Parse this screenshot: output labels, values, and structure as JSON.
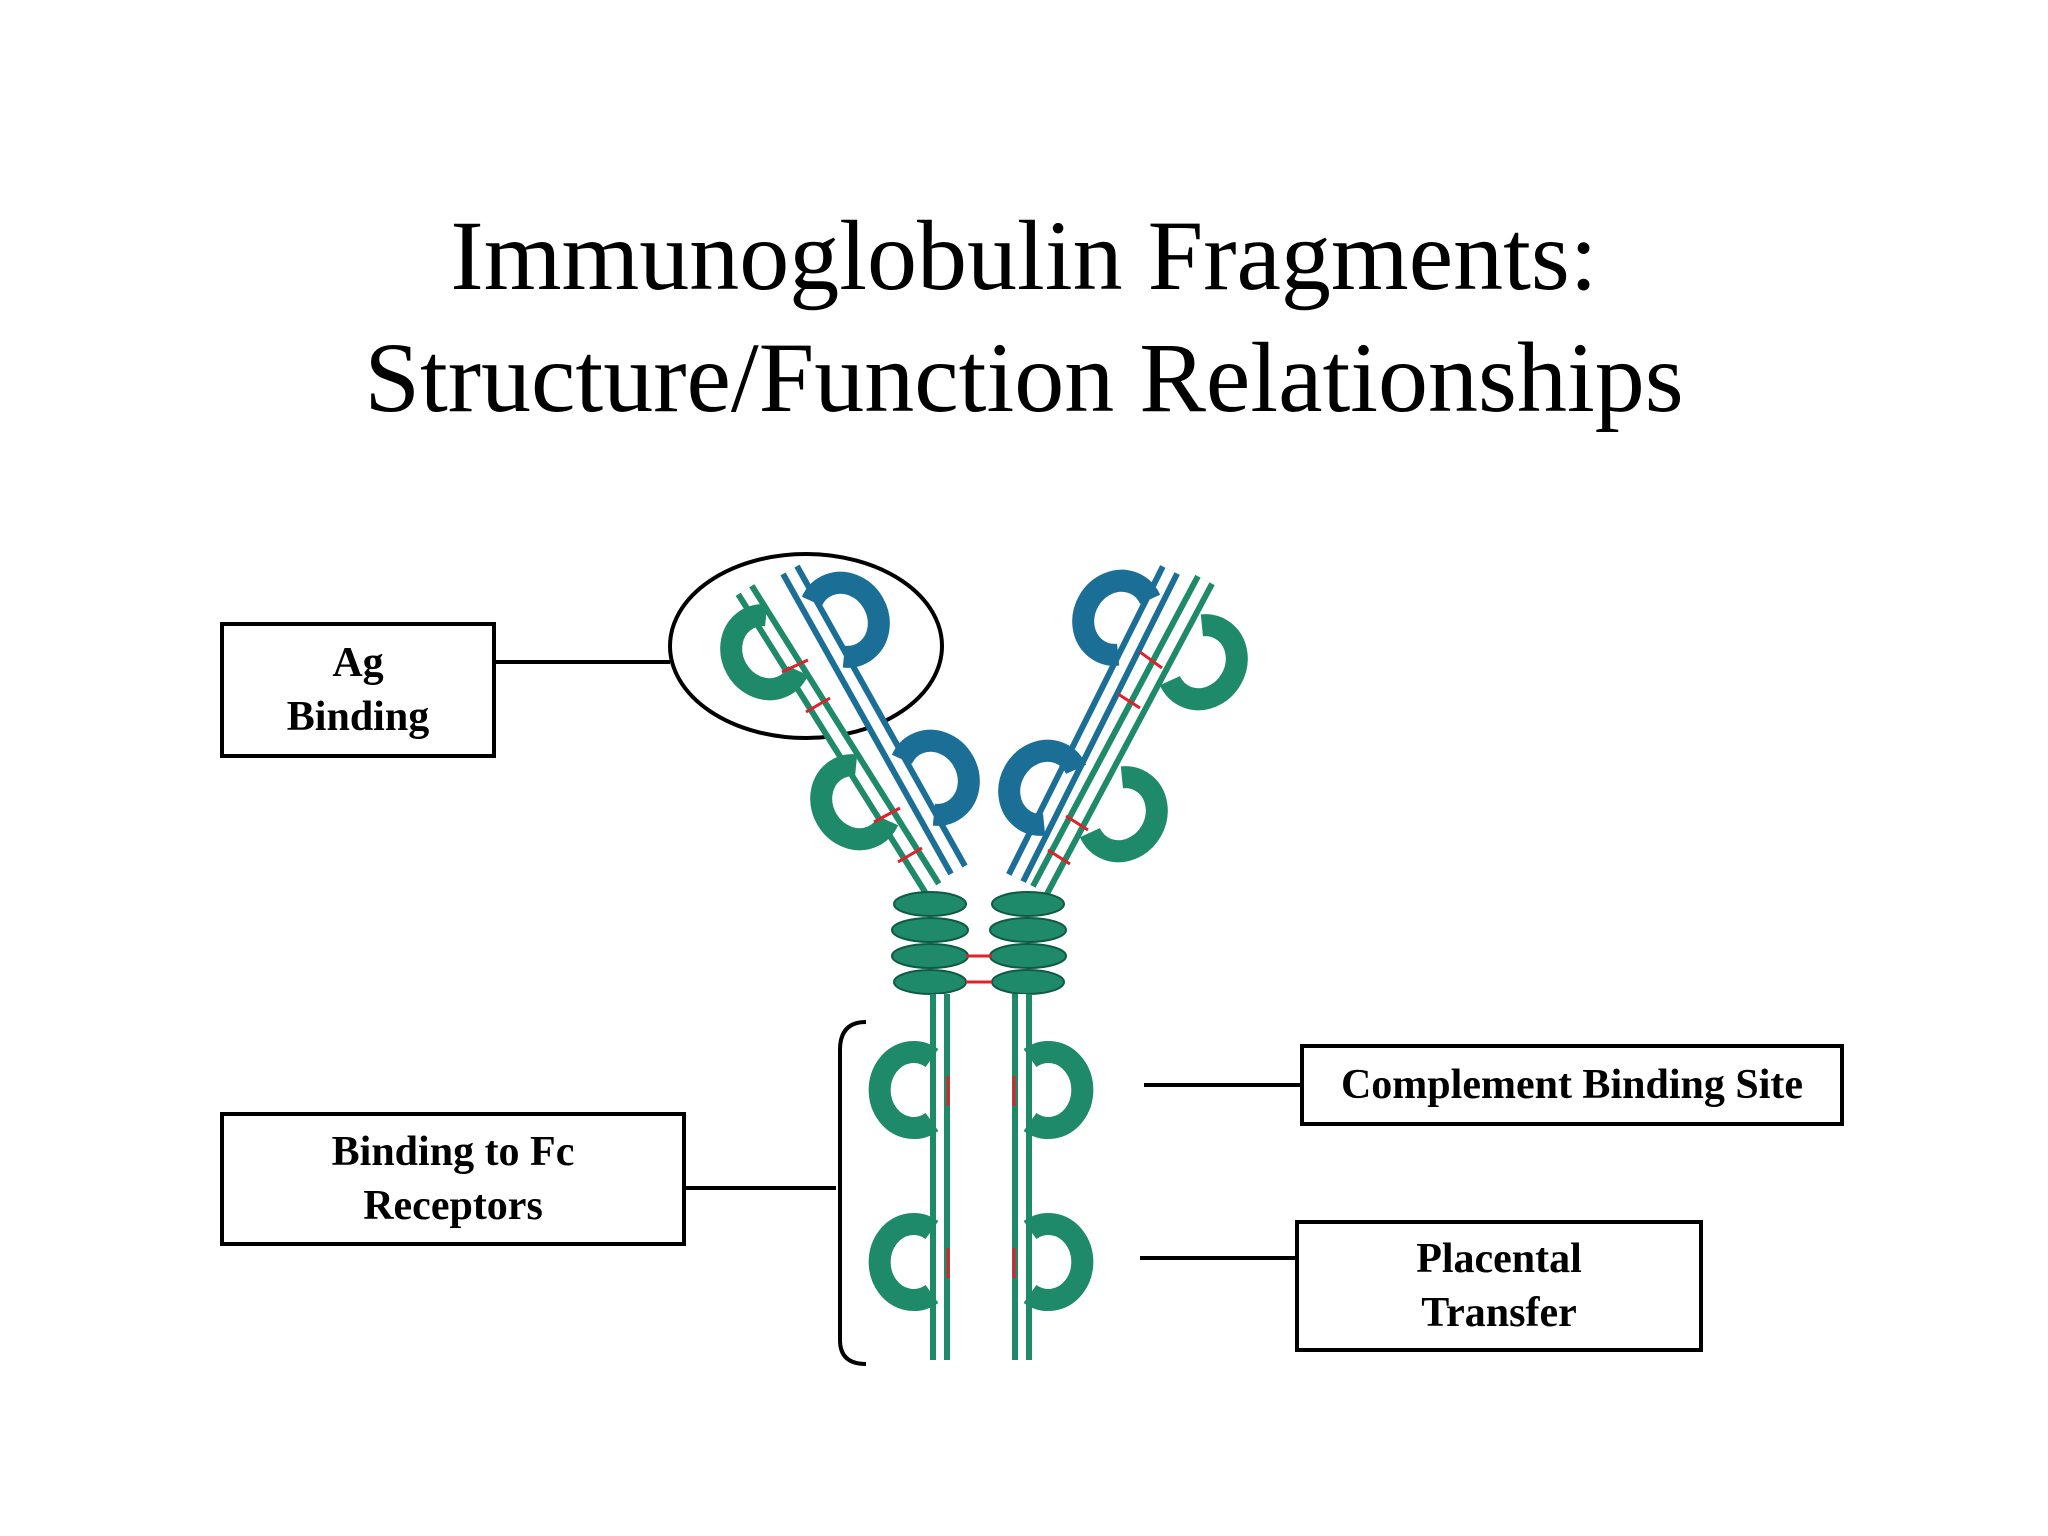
{
  "title": {
    "line1": "Immunoglobulin Fragments:",
    "line2": "Structure/Function Relationships"
  },
  "labels": {
    "ag_binding": [
      "Ag",
      "Binding"
    ],
    "fc_receptors": [
      "Binding to Fc",
      "Receptors"
    ],
    "complement": [
      "Complement Binding Site"
    ],
    "placental": [
      "Placental",
      "Transfer"
    ]
  },
  "colors": {
    "heavy_chain": "#1f8a6a",
    "light_chain": "#1b6f96",
    "disulfide": "#e0202a",
    "outline": "#000000"
  }
}
